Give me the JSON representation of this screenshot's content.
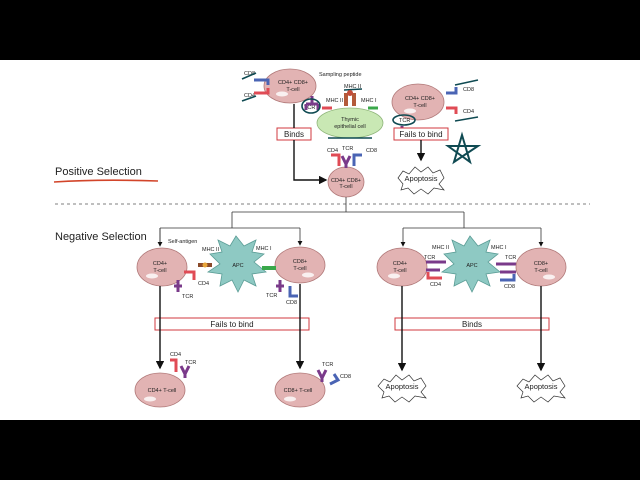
{
  "sections": {
    "positive": "Positive Selection",
    "negative": "Negative Selection"
  },
  "positive": {
    "dp_cell_left": [
      "CD4+ CD8+",
      "T-cell"
    ],
    "dp_cell_right": [
      "CD4+ CD8+",
      "T-cell"
    ],
    "dp_cell_result": [
      "CD4+ CD8+",
      "T-cell"
    ],
    "thymic_cell": [
      "Thymic",
      "epithelial cell"
    ],
    "sampling_peptide": "Sampling peptide",
    "mhc2": "MHC II",
    "mhc1": "MHC I",
    "mhc2_top": "MHC II",
    "cd8": "CD8",
    "cd4": "CD4",
    "tcr": "TCR",
    "binds": "Binds",
    "fails": "Fails to bind",
    "apoptosis": "Apoptosis"
  },
  "negative": {
    "cd4_cell": [
      "CD4+",
      "T-cell"
    ],
    "cd8_cell": [
      "CD8+",
      "T-cell"
    ],
    "apc": "APC",
    "self_antigen": "Self-antigen",
    "mhc2": "MHC II",
    "mhc1": "MHC I",
    "tcr": "TCR",
    "cd4": "CD4",
    "cd8": "CD8",
    "fails": "Fails to bind",
    "binds": "Binds",
    "cd4_result": "CD4+ T-cell",
    "cd8_result": "CD8+ T-cell",
    "apoptosis": "Apoptosis"
  },
  "colors": {
    "cell": "#e2b3b3",
    "cell_stroke": "#b07878",
    "thymic": "#c9e8b4",
    "apc": "#8ec9c3",
    "box_stroke": "#d0393f",
    "cd4": "#e04b55",
    "cd8": "#4a64b4",
    "tcr": "#7a3a8a",
    "ink": "#0f4a52",
    "underline": "#d2452a"
  }
}
